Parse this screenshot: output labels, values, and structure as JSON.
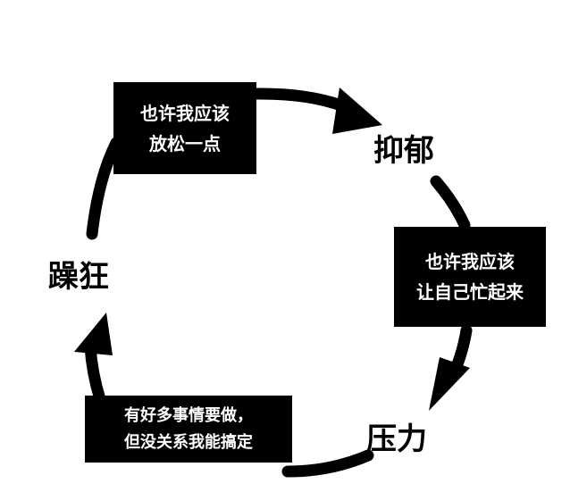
{
  "diagram": {
    "colors": {
      "background": "#ffffff",
      "ring": "#000000",
      "box_fill": "#000000",
      "box_text": "#ffffff",
      "label_text": "#000000"
    },
    "states": {
      "depression": "抑郁",
      "pressure": "压力",
      "mania": "躁狂"
    },
    "thoughts": {
      "relax": {
        "line1": "也许我应该",
        "line2": "放松一点"
      },
      "get_busy": {
        "line1": "也许我应该",
        "line2": "让自己忙起来"
      },
      "lots_to_do": {
        "line1": "有好多事情要做，",
        "line2": "但没关系我能搞定"
      }
    }
  }
}
